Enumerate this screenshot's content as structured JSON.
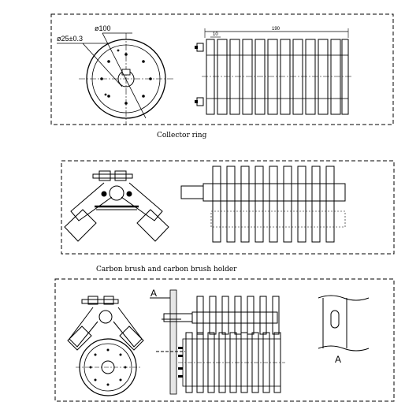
{
  "panels": [
    {
      "id": "collector-ring",
      "caption": "Collector ring",
      "dims": {
        "outer_diameter": "ø100",
        "bore": "ø25±0.3",
        "length": "190",
        "ring_pitch": "10"
      }
    },
    {
      "id": "brush-holder",
      "caption": "Carbon brush and carbon brush holder"
    },
    {
      "id": "assembly",
      "caption": "",
      "section_label": "A",
      "detail_label": "A"
    }
  ],
  "colors": {
    "line": "#000000",
    "background": "#ffffff"
  }
}
